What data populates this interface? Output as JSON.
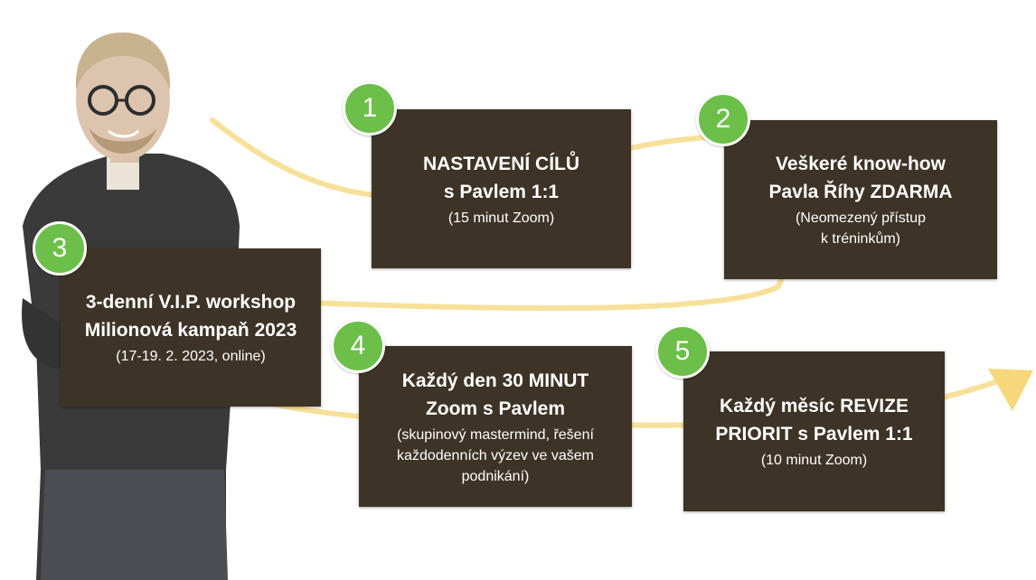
{
  "colors": {
    "box": "#3d3326",
    "badge": "#6cc04a",
    "path": "#f7e19a",
    "arrow": "#f6d77c"
  },
  "steps": [
    {
      "number": "1",
      "title": "NASTAVENÍ CÍLŮ\ns Pavlem 1:1",
      "sub": "(15 minut Zoom)"
    },
    {
      "number": "2",
      "title": "Veškeré know-how\nPavla Říhy ZDARMA",
      "sub": "(Neomezený přístup\nk tréninkům)"
    },
    {
      "number": "3",
      "title": "3-denní V.I.P. workshop\nMilionová kampaň 2023",
      "sub": "(17-19. 2. 2023, online)"
    },
    {
      "number": "4",
      "title": "Každý den 30 MINUT\nZoom s Pavlem",
      "sub": "(skupinový mastermind, řešení\nkaždodenních výzev ve vašem\npodnikání)"
    },
    {
      "number": "5",
      "title": "Každý měsíc REVIZE\nPRIORIT s Pavlem 1:1",
      "sub": "(10 minut Zoom)"
    }
  ]
}
